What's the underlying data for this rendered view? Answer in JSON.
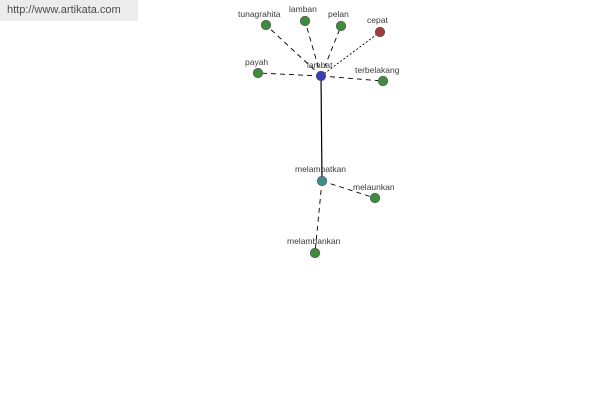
{
  "banner": {
    "text": "http://www.artikata.com"
  },
  "colors": {
    "root": "#3c3cb4",
    "antonym": "#a23c3c",
    "word": "#3f8c3f",
    "derived": "#3f8c8c",
    "line": "#000000"
  },
  "graph": {
    "nodes": [
      {
        "id": "lambat",
        "label": "lambat",
        "kind": "root"
      },
      {
        "id": "tunagrahita",
        "label": "tunagrahita",
        "kind": "word"
      },
      {
        "id": "lamban",
        "label": "lamban",
        "kind": "word"
      },
      {
        "id": "pelan",
        "label": "pelan",
        "kind": "word"
      },
      {
        "id": "cepat",
        "label": "cepat",
        "kind": "antonym"
      },
      {
        "id": "payah",
        "label": "payah",
        "kind": "word"
      },
      {
        "id": "terbelakang",
        "label": "terbelakang",
        "kind": "word"
      },
      {
        "id": "melambatkan",
        "label": "melambatkan",
        "kind": "derived"
      },
      {
        "id": "melaunkan",
        "label": "melaunkan",
        "kind": "word"
      },
      {
        "id": "melambankan",
        "label": "melambankan",
        "kind": "word"
      }
    ],
    "edges": [
      {
        "from": "lambat",
        "to": "tunagrahita",
        "style": "dashed"
      },
      {
        "from": "lambat",
        "to": "lamban",
        "style": "dashed"
      },
      {
        "from": "lambat",
        "to": "pelan",
        "style": "dashed"
      },
      {
        "from": "lambat",
        "to": "cepat",
        "style": "dotted"
      },
      {
        "from": "lambat",
        "to": "payah",
        "style": "dashed"
      },
      {
        "from": "lambat",
        "to": "terbelakang",
        "style": "dashed"
      },
      {
        "from": "lambat",
        "to": "melambatkan",
        "style": "solid"
      },
      {
        "from": "melambatkan",
        "to": "melaunkan",
        "style": "dashed"
      },
      {
        "from": "melambatkan",
        "to": "melambankan",
        "style": "dashed"
      }
    ]
  }
}
